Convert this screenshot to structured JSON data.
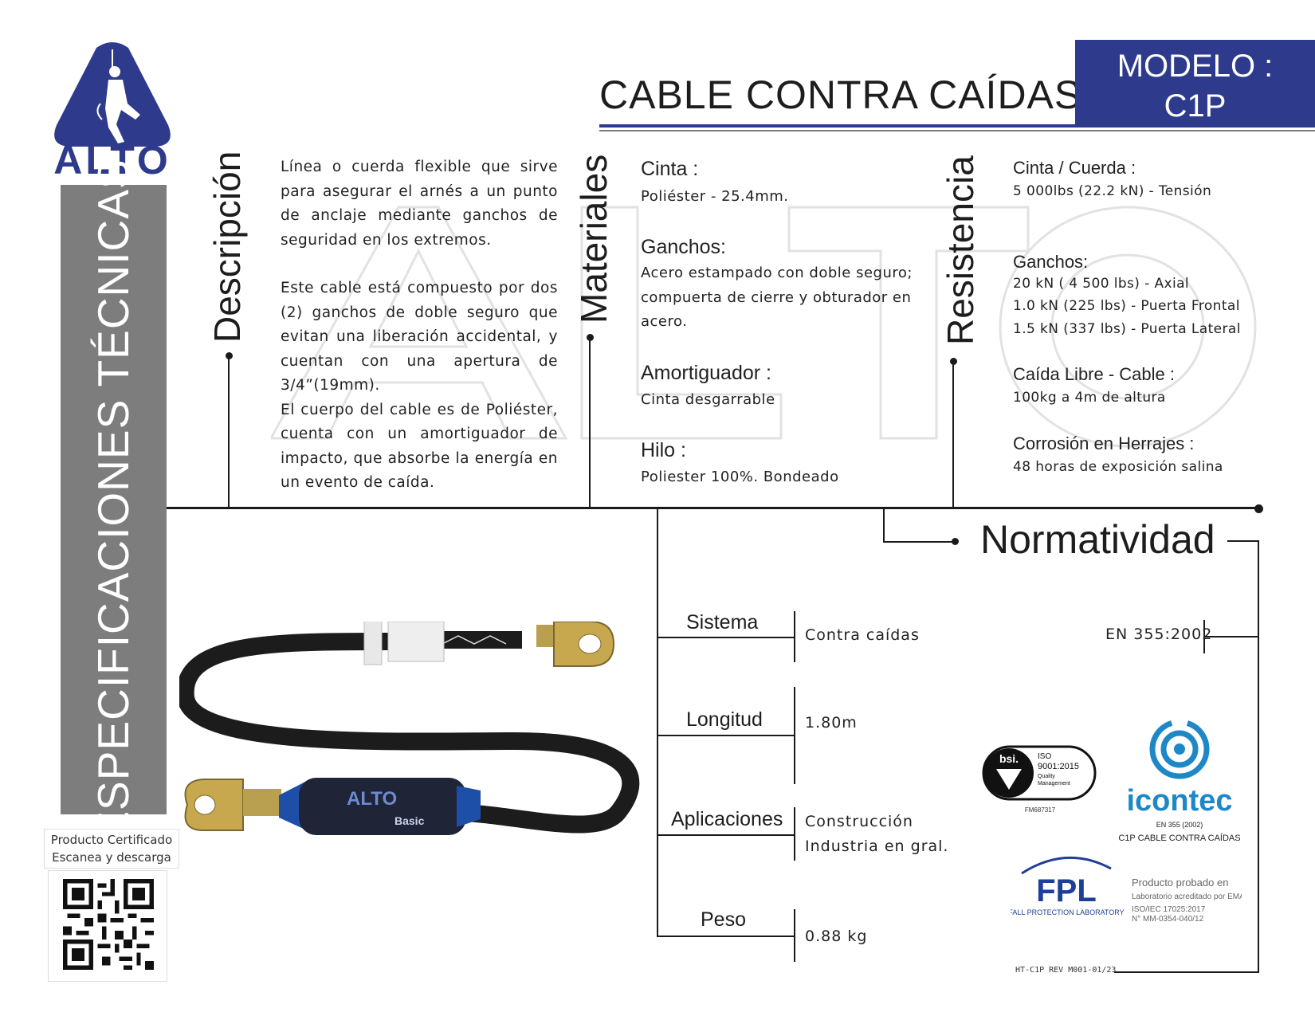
{
  "brand": {
    "logo_text": "ALTO"
  },
  "header": {
    "title": "CABLE CONTRA CAÍDAS",
    "model_label": "MODELO :",
    "model_value": "C1P"
  },
  "sidebar_band": "ESPECIFICACIONES TÉCNICAS",
  "sections": {
    "descripcion": {
      "label": "Descripción",
      "p1": "Línea o cuerda flexible que sirve para asegurar el arnés a un punto de anclaje mediante ganchos de seguridad en los extremos.",
      "p2": "Este cable está compuesto por dos (2) ganchos de doble seguro que evitan una liberación accidental, y cuentan con una apertura de 3/4”(19mm).",
      "p3": "El cuerpo del cable es de Poliéster, cuenta con un amortiguador de impacto, que absorbe la energía en un evento de caída."
    },
    "materiales": {
      "label": "Materiales",
      "items": [
        {
          "title": "Cinta :",
          "text": "Poliéster - 25.4mm."
        },
        {
          "title": "Ganchos:",
          "text": "Acero estampado con doble seguro; compuerta de cierre y obturador en acero."
        },
        {
          "title": "Amortiguador :",
          "text": "Cinta desgarrable"
        },
        {
          "title": "Hilo :",
          "text": "Poliester 100%. Bondeado"
        }
      ]
    },
    "resistencia": {
      "label": "Resistencia",
      "items": [
        {
          "title": "Cinta / Cuerda :",
          "lines": [
            "5 000lbs (22.2 kN) - Tensión"
          ]
        },
        {
          "title": "Ganchos:",
          "lines": [
            "20 kN ( 4 500 lbs) - Axial",
            "1.0 kN (225 lbs) - Puerta Frontal",
            "1.5 kN (337 lbs) - Puerta Lateral"
          ]
        },
        {
          "title": "Caída Libre - Cable :",
          "lines": [
            "100kg a 4m de altura"
          ]
        },
        {
          "title": "Corrosión en Herrajes :",
          "lines": [
            "48 horas de exposición salina"
          ]
        }
      ]
    },
    "normatividad": {
      "label": "Normatividad",
      "standard": "EN 355:2002"
    }
  },
  "specs": [
    {
      "label": "Sistema",
      "value": "Contra caídas"
    },
    {
      "label": "Longitud",
      "value": "1.80m"
    },
    {
      "label": "Aplicaciones",
      "value": "Construcción\nIndustria en gral."
    },
    {
      "label": "Peso",
      "value": "0.88 kg"
    }
  ],
  "certs": {
    "bsi": {
      "brand": "bsi.",
      "line1": "ISO",
      "line2": "9001:2015",
      "line3": "Quality",
      "line4": "Management",
      "code": "FM687317"
    },
    "icontec": {
      "brand": "icontec",
      "line1": "EN 355 (2002)",
      "line2": "C1P CABLE CONTRA CAÍDAS"
    },
    "fpl": {
      "brand": "FPL",
      "subtitle": "FALL PROTECTION LABORATORY",
      "lines": [
        "Producto probado en",
        "Laboratorio acreditado por EMA",
        "ISO/IEC 17025:2017",
        "N° MM-0354-040/12"
      ]
    }
  },
  "qr": {
    "caption1": "Producto Certificado",
    "caption2": "Escanea y descarga"
  },
  "product_image": {
    "shock_pack_brand": "ALTO",
    "shock_pack_sub": "Basic"
  },
  "footer": {
    "doc_code": "HT-C1P REV M001-01/23"
  },
  "colors": {
    "navy": "#2e3a8c",
    "grey_band": "#7d7d7d",
    "icontec_blue": "#1e88c7",
    "line": "#1a1a1a"
  }
}
